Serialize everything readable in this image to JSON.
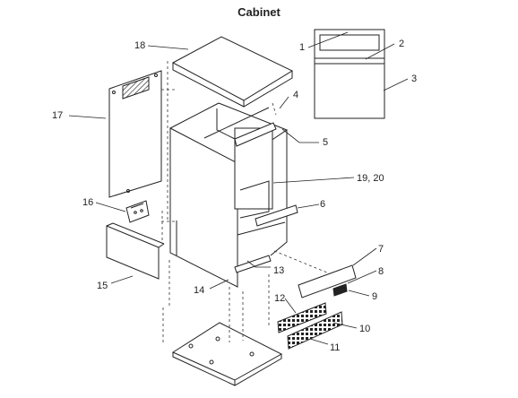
{
  "title": "Cabinet",
  "callouts": [
    "1",
    "2",
    "3",
    "4",
    "5",
    "6",
    "7",
    "8",
    "9",
    "10",
    "11",
    "12",
    "13",
    "14",
    "15",
    "16",
    "17",
    "18",
    "19, 20"
  ]
}
